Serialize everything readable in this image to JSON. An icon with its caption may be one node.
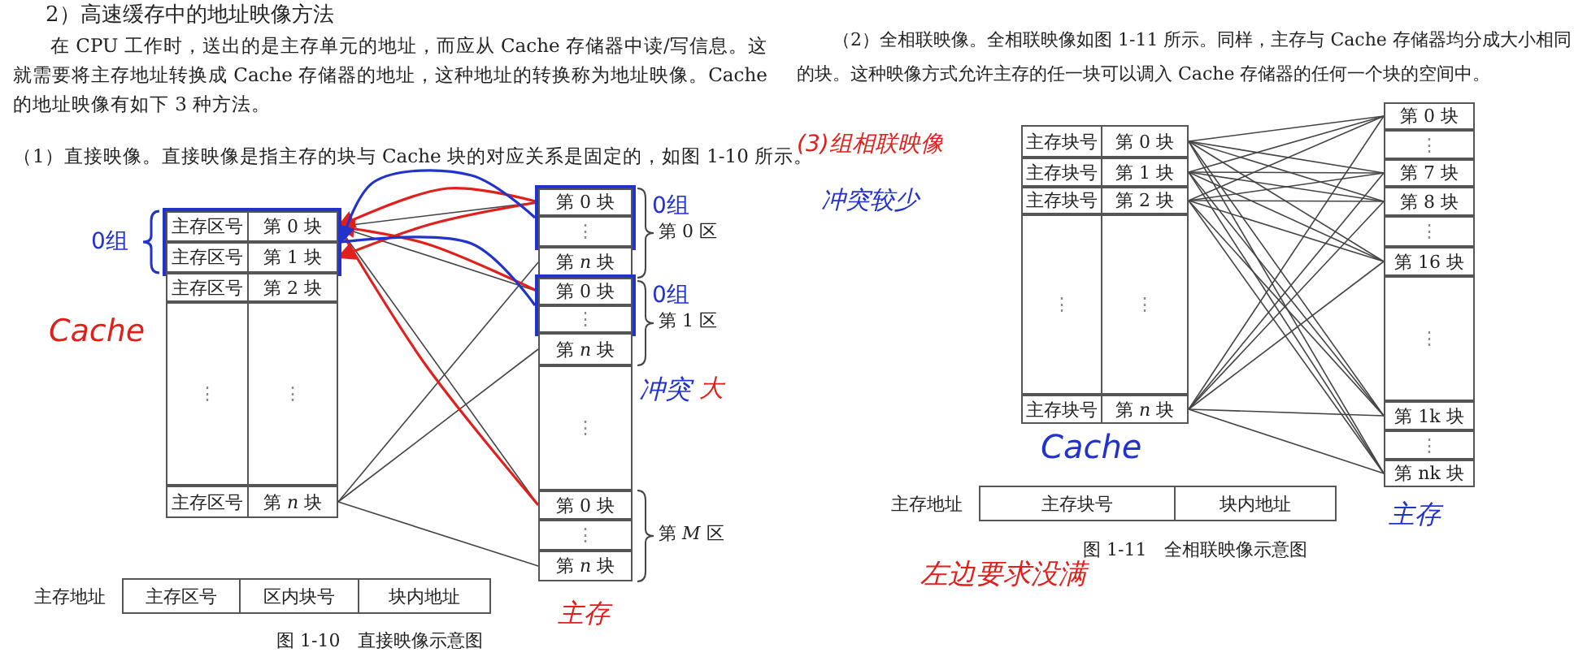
{
  "diagram": {
    "nodes": [
      {
        "text": [
          "0组"
        ]
      },
      {
        "text": [
          "主存区号"
        ],
        "in": 0
      },
      {
        "text": [
          "第 0 块"
        ],
        "in": 0
      },
      {
        "text": [
          "主存区号"
        ],
        "in": 0
      },
      {
        "text": [
          "第 1 块"
        ],
        "in": 0
      },
      {
        "text": [
          "主存区号"
        ]
      },
      {
        "text": [
          "第 2 块"
        ]
      },
      {
        "text": [
          "⋮"
        ]
      },
      {
        "text": [
          "⋮"
        ]
      },
      {
        "text": [
          "主存区号"
        ]
      },
      {
        "text": [
          "第 *n* 块"
        ]
      },
      {
        "text": [
          "0组"
        ]
      },
      {
        "text": [
          "第 0 块"
        ],
        "in": 11
      },
      {
        "text": [
          "⋮"
        ],
        "in": 11
      },
      {
        "text": [
          "第 *n* 块"
        ]
      },
      {
        "text": [
          "0组"
        ]
      },
      {
        "text": [
          "第 0 块"
        ],
        "in": 15
      },
      {
        "text": [
          "⋮"
        ],
        "in": 15
      },
      {
        "text": [
          "第 *n* 块"
        ]
      },
      {
        "text": [
          "⋮"
        ]
      },
      {
        "text": [
          "第 0 块"
        ]
      },
      {
        "text": [
          "⋮"
        ]
      },
      {
        "text": [
          "第 *n* 块"
        ]
      },
      {
        "text": [
          "主存区号"
        ],
        "beside": [
          "主存地址"
        ]
      },
      {
        "text": [
          "区内块号"
        ]
      },
      {
        "text": [
          "块内地址"
        ]
      },
      {
        "text": [
          "主存块号"
        ]
      },
      {
        "text": [
          "第 0 块"
        ]
      },
      {
        "text": [
          "主存块号"
        ]
      },
      {
        "text": [
          "第 1 块"
        ]
      },
      {
        "text": [
          "主存块号"
        ]
      },
      {
        "text": [
          "第 2 块"
        ]
      },
      {
        "text": [
          "⋮"
        ]
      },
      {
        "text": [
          "⋮"
        ]
      },
      {
        "text": [
          "主存块号"
        ]
      },
      {
        "text": [
          "第 *n* 块"
        ]
      },
      {
        "text": [
          "第 0 块"
        ]
      },
      {
        "text": [
          "⋮"
        ]
      },
      {
        "text": [
          "第 7 块"
        ]
      },
      {
        "text": [
          "第 8 块"
        ]
      },
      {
        "text": [
          "⋮"
        ]
      },
      {
        "text": [
          "第 16 块"
        ]
      },
      {
        "text": [
          "⋮"
        ]
      },
      {
        "text": [
          "第 1k 块"
        ]
      },
      {
        "text": [
          "⋮"
        ]
      },
      {
        "text": [
          "第 nk 块"
        ]
      },
      {
        "text": [
          "主存块号"
        ],
        "beside": [
          "主存地址"
        ]
      },
      {
        "text": [
          "块内地址"
        ]
      }
    ],
    "edges": [
      {
        "from": 2,
        "to": 12,
        "arrow": "none"
      },
      {
        "from": 2,
        "to": 16,
        "arrow": "none"
      },
      {
        "from": 2,
        "to": 20,
        "arrow": "none"
      },
      {
        "from": 10,
        "to": 14,
        "arrow": "none"
      },
      {
        "from": 10,
        "to": 18,
        "arrow": "none"
      },
      {
        "from": 10,
        "to": 22,
        "arrow": "none"
      },
      {
        "from": 12,
        "to": 2,
        "arrow": "to",
        "color": "#e0201c"
      },
      {
        "from": 12,
        "to": 4,
        "arrow": "to",
        "color": "#e0201c"
      },
      {
        "from": 16,
        "to": 2,
        "arrow": "to",
        "color": "#e0201c"
      },
      {
        "from": 2,
        "to": 20,
        "arrow": "none",
        "color": "#e0201c"
      },
      {
        "from": 11,
        "to": 0,
        "arrow": "to",
        "color": "#2233cc"
      },
      {
        "from": 0,
        "to": 15,
        "arrow": "none",
        "color": "#2233cc"
      },
      {
        "from": 27,
        "to": 36,
        "arrow": "none"
      },
      {
        "from": 27,
        "to": 38,
        "arrow": "none"
      },
      {
        "from": 27,
        "to": 39,
        "arrow": "none"
      },
      {
        "from": 27,
        "to": 41,
        "arrow": "none"
      },
      {
        "from": 27,
        "to": 43,
        "arrow": "none"
      },
      {
        "from": 27,
        "to": 45,
        "arrow": "none"
      },
      {
        "from": 29,
        "to": 36,
        "arrow": "none"
      },
      {
        "from": 29,
        "to": 38,
        "arrow": "none"
      },
      {
        "from": 29,
        "to": 39,
        "arrow": "none"
      },
      {
        "from": 29,
        "to": 41,
        "arrow": "none"
      },
      {
        "from": 29,
        "to": 43,
        "arrow": "none"
      },
      {
        "from": 29,
        "to": 45,
        "arrow": "none"
      },
      {
        "from": 31,
        "to": 36,
        "arrow": "none"
      },
      {
        "from": 31,
        "to": 38,
        "arrow": "none"
      },
      {
        "from": 31,
        "to": 39,
        "arrow": "none"
      },
      {
        "from": 31,
        "to": 41,
        "arrow": "none"
      },
      {
        "from": 31,
        "to": 43,
        "arrow": "none"
      },
      {
        "from": 31,
        "to": 45,
        "arrow": "none"
      },
      {
        "from": 35,
        "to": 36,
        "arrow": "none"
      },
      {
        "from": 35,
        "to": 38,
        "arrow": "none"
      },
      {
        "from": 35,
        "to": 39,
        "arrow": "none"
      },
      {
        "from": 35,
        "to": 41,
        "arrow": "none"
      },
      {
        "from": 35,
        "to": 43,
        "arrow": "none"
      },
      {
        "from": 35,
        "to": 45,
        "arrow": "none"
      }
    ],
    "labels": [
      "2）高速缓存中的地址映像方法",
      "在 CPU 工作时，送出的是主存单元的地址，而应从 Cache 存储器中读/写信息。这就需要将主存地址转换成 Cache 存储器的地址，这种地址的转换称为地址映像。Cache 的地址映像有如下 3 种方法。",
      "（2）全相联映像。全相联映像如图 1-11 所示。同样，主存与 Cache 存储器均分成大小相同的块。这种映像方式允许主存的任一块可以调入 Cache 存储器的任何一个块的空间中。",
      "（1）直接映像。直接映像是指主存的块与 Cache 块的对应关系是固定的，如图 1-10 所示。",
      "(3)组相联映像",
      "冲突较少",
      "Cache",
      "第 0 区",
      "第 1 区",
      "冲突",
      "大",
      "第 *M* 区",
      "主存",
      "图 1-10　直接映像示意图",
      "Cache",
      "主存",
      "图 1-11　全相联映像示意图",
      "左边要求没满"
    ]
  }
}
